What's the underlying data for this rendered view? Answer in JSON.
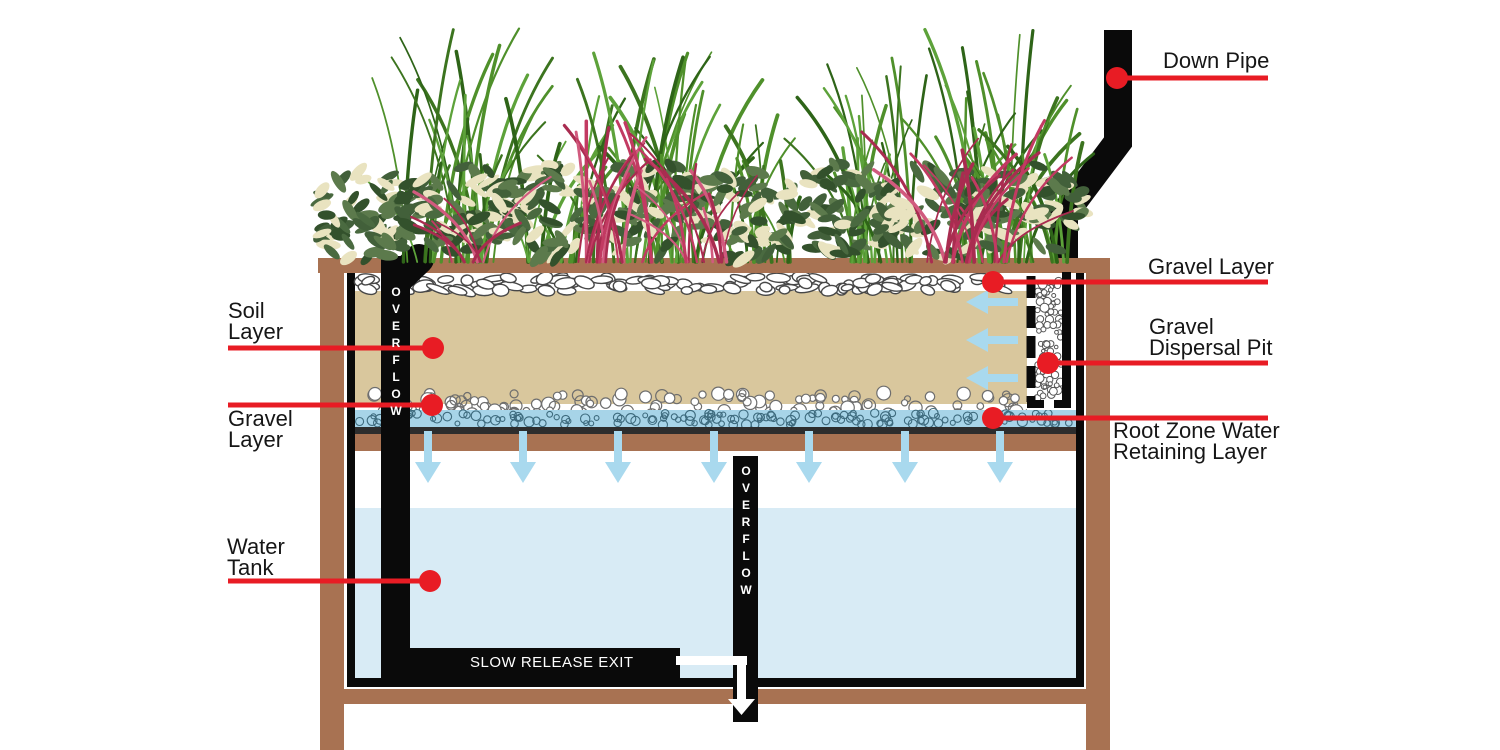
{
  "figure": {
    "callouts": [
      {
        "id": "down-pipe",
        "text": "Down Pipe",
        "side": "right"
      },
      {
        "id": "gravel-layer-top",
        "text": "Gravel Layer",
        "side": "right"
      },
      {
        "id": "gravel-dispersal-pit",
        "text": "Gravel\nDispersal Pit",
        "side": "right"
      },
      {
        "id": "root-zone",
        "text": "Root Zone Water\nRetaining Layer",
        "side": "right"
      },
      {
        "id": "soil-layer",
        "text": "Soil\nLayer",
        "side": "left"
      },
      {
        "id": "gravel-layer-left",
        "text": "Gravel\nLayer",
        "side": "left"
      },
      {
        "id": "water-tank",
        "text": "Water\nTank",
        "side": "left"
      }
    ],
    "pipe_text": {
      "overflow_left": "OVERFLOW",
      "overflow_middle": "OVERFLOW",
      "slow_release": "SLOW RELEASE EXIT"
    },
    "colors": {
      "callout_red": "#e81c24",
      "wood_brown": "#a87252",
      "soil_tan": "#d9c79d",
      "water_blue": "#d8ebf5",
      "retaining_blue": "#a7d4e8",
      "arrow_blue": "#a9d9ee",
      "pipe_black": "#0a0a0a",
      "grass_greens": [
        "#3c741f",
        "#4f902b",
        "#5da23a",
        "#2e6418"
      ],
      "grass_reds": [
        "#c23a62",
        "#a92c50",
        "#d15a7e"
      ],
      "leaf_greens": [
        "#42603a",
        "#5c7a4c",
        "#33512c"
      ],
      "leaf_cream": "#e9e3c0"
    }
  }
}
